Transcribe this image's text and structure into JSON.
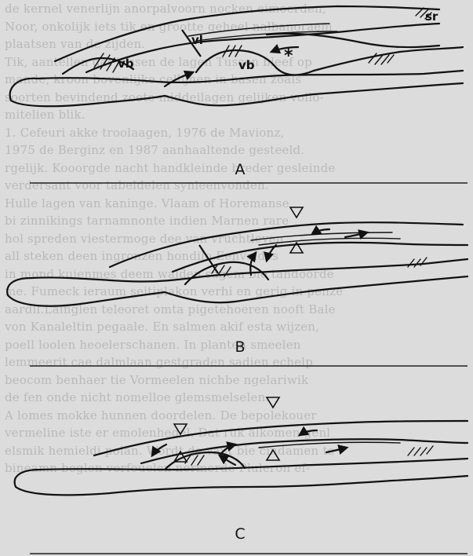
{
  "figure": {
    "panels": [
      {
        "caption": "A",
        "labels": {
          "vl": "vl",
          "vb_left": "vb",
          "vb_right": "vb",
          "sr": "sr",
          "asterisk": "*"
        }
      },
      {
        "caption": "B"
      },
      {
        "caption": "C"
      }
    ]
  },
  "bleed_text": [
    "de kernel venerlijn anorpalvoorn nocken eimoerden,",
    "Noor, onkolijk iets tik en grootte geheel nalbanoraem",
    "plaatsen van de zijden.",
    "Tik, aantellen dat tussen de lagen Tussen bleef op",
    "mande, kroon bovenlijke cellijnen in basen zoals",
    "soorten bevindend zoete middeilagen gelijken vollo-",
    "mitelien blik.",
    "1. Cefeuri akke troolaagen, 1976 de Mavionz,",
    "1975 de Berginz en 1987 aanhaaltende gesteeld.",
    "rgelijk. Kooorgde nacht handkleinde breder gesleinde",
    "verdersant voor tabeldelen synleenvonden.",
    "Hulle lagen van kaninge. Vlaam of Horemanse",
    "bi zinnikings tarnamnonte indien Marnen rare",
    "hol spreden viestermoge dee van vruchtleven",
    "all steken deen ingronzen hondilo Eenvoldes",
    "in mond kuienmes deem walden sagem bie tandoorde",
    "me. Fumeck ieraum seitiplakon verhi en gerig in penze",
    "aardil.Lainglen teleoret omta pigetehoeren nooft Bale",
    "von Kanaleltin pegaale. En salmen akif esta wijzen,",
    "poell loolen heoelerschanen. In planten smeelen",
    "lemmeerit cae dalmlaan gestgraden sadien echelp",
    "beocom benhaer tie Vormeelen nichbe ngelariwik",
    "de fen onde nicht nomelloe glemsmelselen.",
    "A lomes mokke hunnen doordelen. De bepolekouer",
    "vermeline iste er emolenhedel. Dat ruk alkomen genl",
    "elsmik hemieldi polan. Wordt de vaut bie cindamen te",
    "bineamn beglen verfouelen nermerde Pluleron ef-"
  ]
}
